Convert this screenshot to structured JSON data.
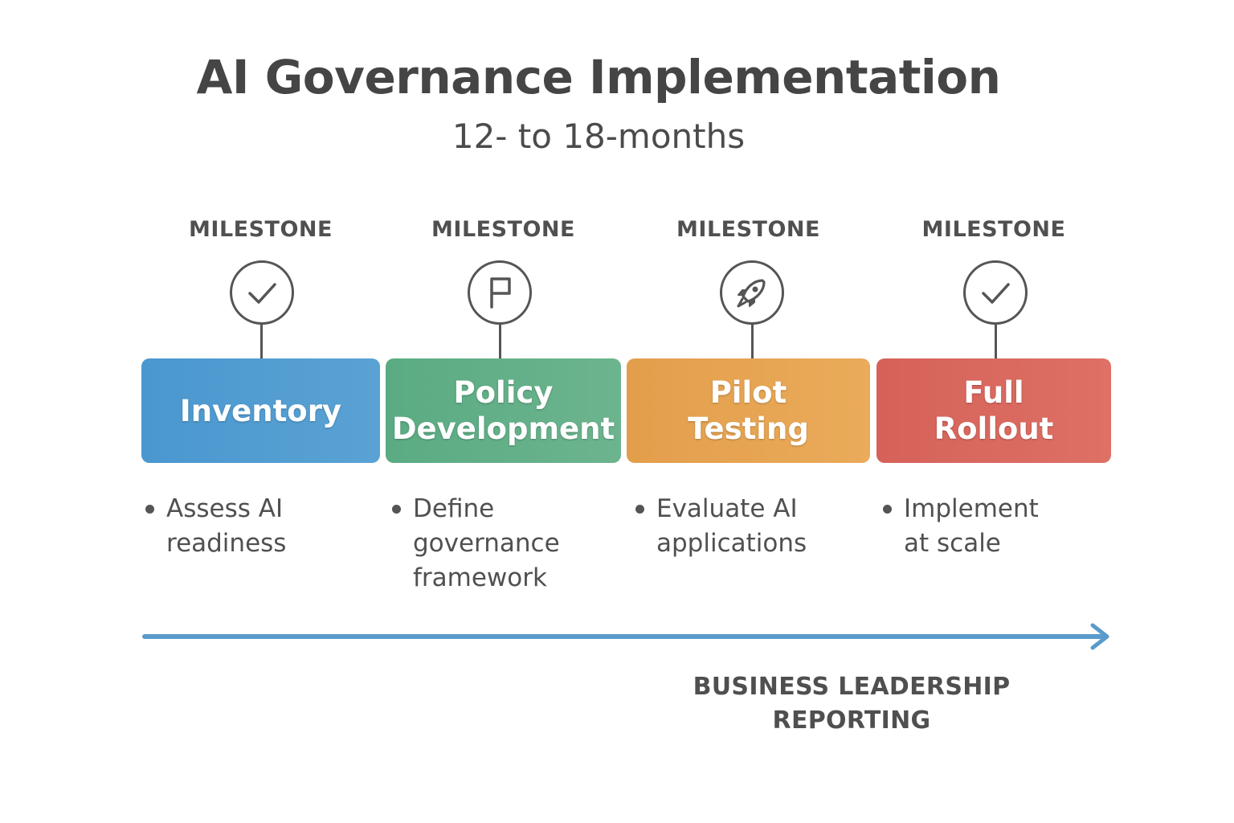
{
  "title": "AI Governance Implementation",
  "subtitle": "12- to 18-months",
  "colors": {
    "inventory": "#4f9bd0",
    "policy": "#5fae86",
    "pilot": "#e6a550",
    "rollout": "#d9685c",
    "arrow": "#5a9bcc",
    "icon_stroke": "#555555"
  },
  "phases": [
    {
      "milestone_label": "MILESTONE",
      "icon": "check-icon",
      "name": "Inventory",
      "bullet": "Assess AI\nreadiness"
    },
    {
      "milestone_label": "MILESTONE",
      "icon": "flag-icon",
      "name": "Policy\nDevelopment",
      "bullet": "Define\ngovernance\nframework"
    },
    {
      "milestone_label": "MILESTONE",
      "icon": "rocket-icon",
      "name": "Pilot\nTesting",
      "bullet": "Evaluate AI\napplications"
    },
    {
      "milestone_label": "MILESTONE",
      "icon": "check-icon",
      "name": "Full\nRollout",
      "bullet": "Implement\nat scale"
    }
  ],
  "footer": "BUSINESS LEADERSHIP\nREPORTING"
}
